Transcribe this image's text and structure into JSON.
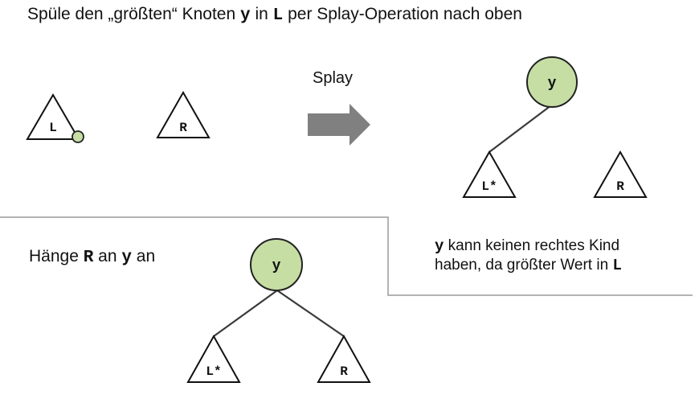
{
  "heading": {
    "pre": "Spüle den „größten“ Knoten ",
    "var_y": "y",
    "mid": " in ",
    "var_L": "L",
    "post": "  per Splay-Operation nach oben"
  },
  "arrow": {
    "label": "Splay"
  },
  "before": {
    "subtree_left": "L",
    "subtree_right": "R"
  },
  "after_splay": {
    "root": "y",
    "subtree_left": "L*",
    "subtree_right": "R"
  },
  "step2": {
    "pre": "Hänge ",
    "var_R": "R",
    "mid": " an ",
    "var_y": "y",
    "post": " an"
  },
  "note": {
    "var_y": "y",
    "line1": " kann keinen rechtes Kind",
    "line2": "haben, da größter Wert in ",
    "var_L": "L"
  },
  "final": {
    "root": "y",
    "subtree_left": "L*",
    "subtree_right": "R"
  },
  "colors": {
    "node_fill": "#c6dea4",
    "arrow": "#808080",
    "divider": "#9a9a9a"
  }
}
